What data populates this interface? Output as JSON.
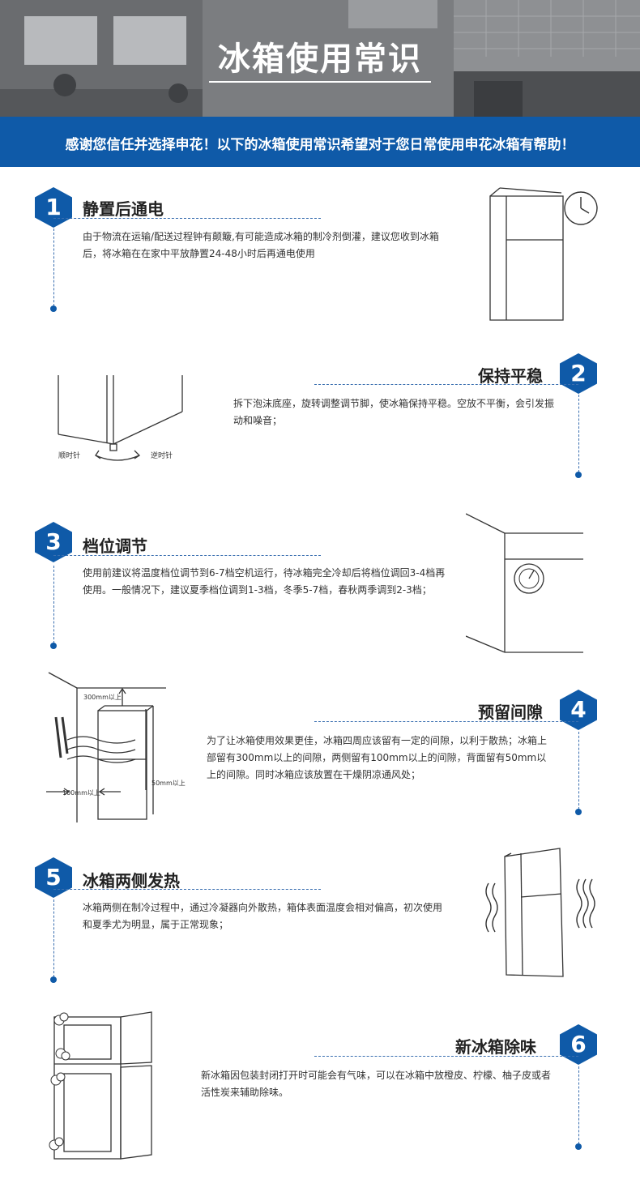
{
  "header": {
    "title": "冰箱使用常识",
    "banner": "感谢您信任并选择申花！以下的冰箱使用常识希望对于您日常使用申花冰箱有帮助！"
  },
  "steps": [
    {
      "number": "1",
      "title": "静置后通电",
      "desc": "由于物流在运输/配送过程钟有颠簸,有可能造成冰箱的制冷剂倒灌，建议您收到冰箱后，将冰箱在在家中平放静置24-48小时后再通电使用"
    },
    {
      "number": "2",
      "title": "保持平稳",
      "desc": "拆下泡沫底座，旋转调整调节脚，使冰箱保持平稳。空放不平衡，会引发振动和噪音；"
    },
    {
      "number": "3",
      "title": "档位调节",
      "desc": "使用前建议将温度档位调节到6-7档空机运行，待冰箱完全冷却后将档位调回3-4档再使用。一般情况下，建议夏季档位调到1-3档，冬季5-7档，春秋两季调到2-3档；"
    },
    {
      "number": "4",
      "title": "预留间隙",
      "desc": "为了让冰箱使用效果更佳，冰箱四周应该留有一定的间隙，以利于散热；冰箱上部留有300mm以上的间隙，两侧留有100mm以上的间隙，背面留有50mm以上的间隙。同时冰箱应该放置在干燥阴凉通风处；"
    },
    {
      "number": "5",
      "title": "冰箱两侧发热",
      "desc": "冰箱两侧在制冷过程中，通过冷凝器向外散热，箱体表面温度会相对偏高，初次使用和夏季尤为明显，属于正常现象；"
    },
    {
      "number": "6",
      "title": "新冰箱除味",
      "desc": "新冰箱因包装封闭打开时可能会有气味，可以在冰箱中放橙皮、柠檬、柚子皮或者活性炭来辅助除味。"
    }
  ],
  "illustrations": {
    "clockwise": "顺时针",
    "counterclockwise": "逆时针",
    "gap_top": "300mm以上",
    "gap_side": "100mm以上",
    "gap_back": "50mm以上"
  },
  "colors": {
    "brand_blue": "#0f5aa8",
    "dash": "#3a6fb0"
  },
  "icons": [
    "clock-icon",
    "fridge-icon",
    "dial-icon",
    "heat-wave-icon",
    "lemon-icon"
  ]
}
